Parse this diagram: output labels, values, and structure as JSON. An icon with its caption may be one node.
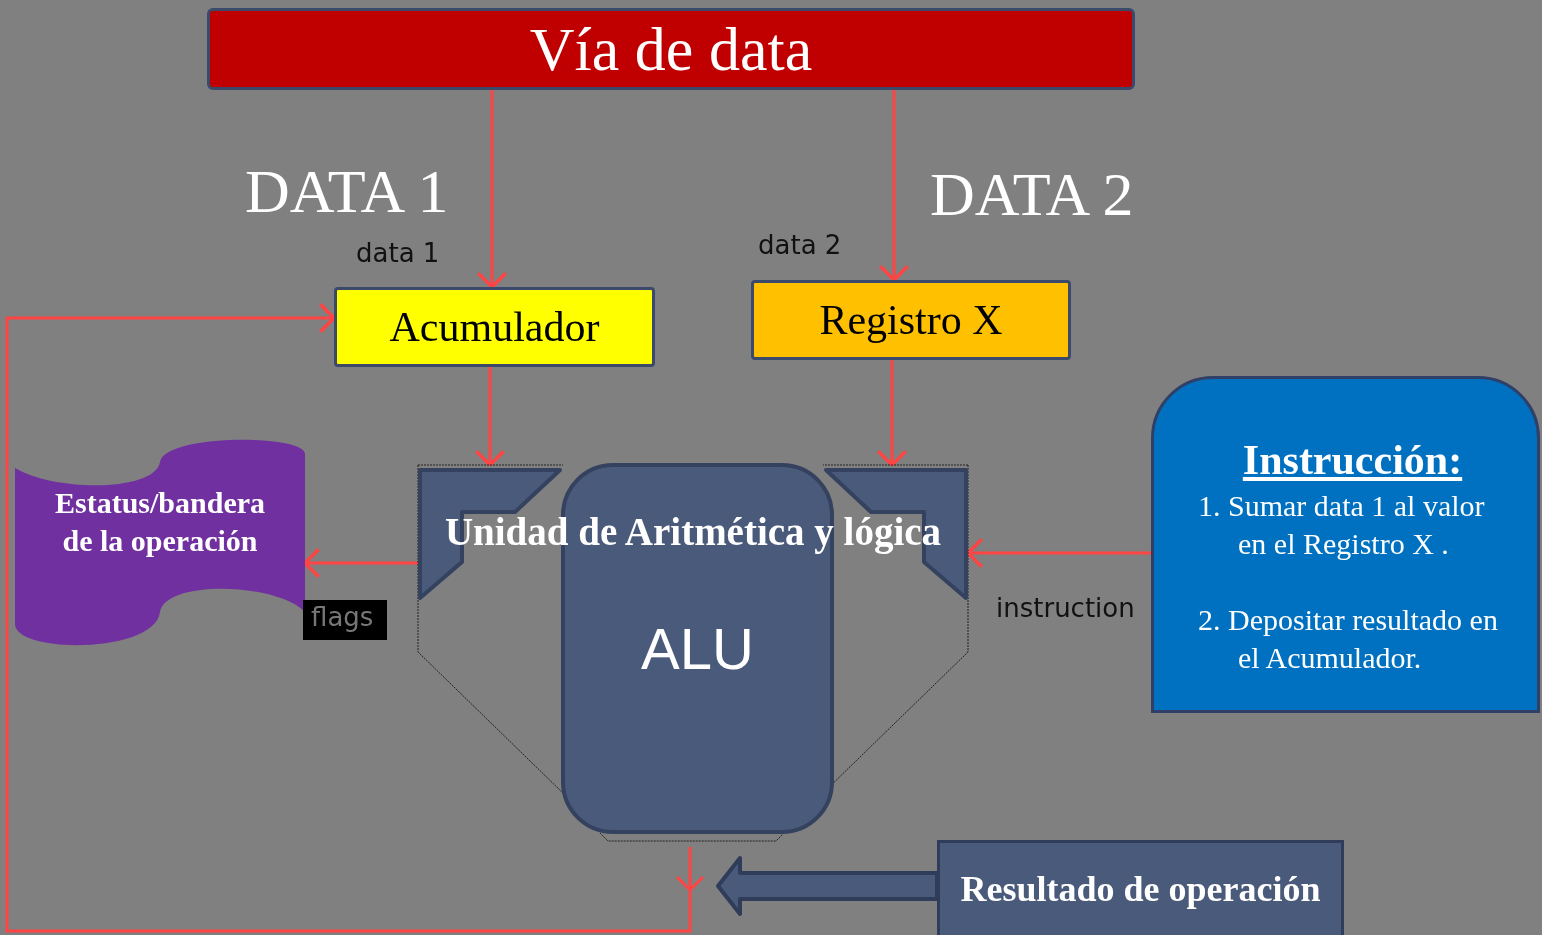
{
  "diagram": {
    "nodes": [
      {
        "text": [
          "Vía de data"
        ]
      },
      {
        "text": [
          "Acumulador"
        ]
      },
      {
        "text": [
          "Registro X"
        ]
      },
      {
        "text": [
          "Unidad de Aritmética y lógica",
          "ALU"
        ]
      },
      {
        "text": [
          "Estatus/bandera de la operación"
        ]
      },
      {
        "text": [
          "Instrucción:",
          "1. Sumar data 1 al valor en el Registro X .",
          "2. Depositar resultado en el Acumulador."
        ]
      },
      {
        "text": [
          "Resultado de operación"
        ]
      }
    ],
    "edges": [
      {
        "from": 0,
        "to": 1,
        "arrow": "to",
        "label": "data 1"
      },
      {
        "from": 0,
        "to": 2,
        "arrow": "to",
        "label": "data 2"
      },
      {
        "from": 1,
        "to": 3,
        "arrow": "to"
      },
      {
        "from": 2,
        "to": 3,
        "arrow": "to"
      },
      {
        "from": 3,
        "to": 4,
        "arrow": "to",
        "label": "flags"
      },
      {
        "from": 5,
        "to": 3,
        "arrow": "to",
        "label": "instruction"
      },
      {
        "from": 3,
        "to": 1,
        "arrow": "to"
      },
      {
        "from": 6,
        "to": null,
        "arrow": "to",
        "style": "thick",
        "color": "#4a5a7a"
      }
    ],
    "labels": [
      "DATA 1",
      "DATA 2"
    ]
  }
}
